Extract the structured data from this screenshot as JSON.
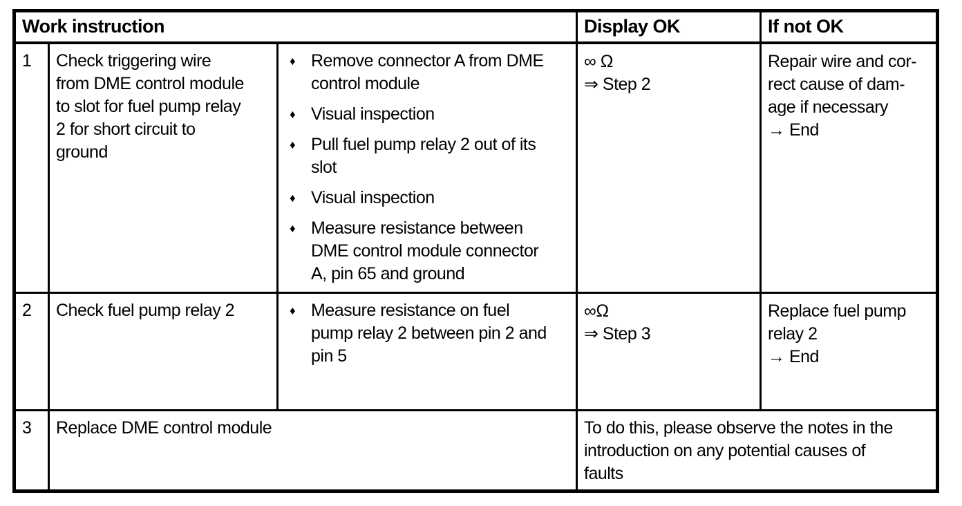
{
  "page": {
    "background": "#ffffff",
    "ink": "#000000"
  },
  "table": {
    "headers": {
      "work_instruction": "Work instruction",
      "display_ok": "Display OK",
      "if_not_ok": "If not OK"
    },
    "bullet_glyph": "♦",
    "rows": [
      {
        "step": "1",
        "task": "Check triggering wire\nfrom DME control module\nto slot for fuel pump relay\n2 for short circuit to\nground",
        "actions": [
          "Remove connector A from DME\ncontrol module",
          "Visual inspection",
          "Pull fuel pump relay 2 out of its\nslot",
          "Visual inspection",
          "Measure resistance between\nDME control module connector\nA, pin 65 and ground"
        ],
        "display_ok": "∞ Ω\n⇒ Step 2",
        "if_not_ok": "Repair wire and cor-\nrect cause of dam-\nage if necessary\n→ End"
      },
      {
        "step": "2",
        "task": "Check fuel pump relay 2",
        "actions": [
          "Measure resistance on fuel\npump relay 2 between pin 2 and\npin 5"
        ],
        "display_ok": "∞Ω\n⇒ Step 3",
        "if_not_ok": "Replace fuel pump\nrelay 2\n→ End"
      },
      {
        "step": "3",
        "task": "Replace DME control module",
        "note": "To do this, please observe the notes in the\nintroduction on any potential causes of\nfaults"
      }
    ]
  }
}
